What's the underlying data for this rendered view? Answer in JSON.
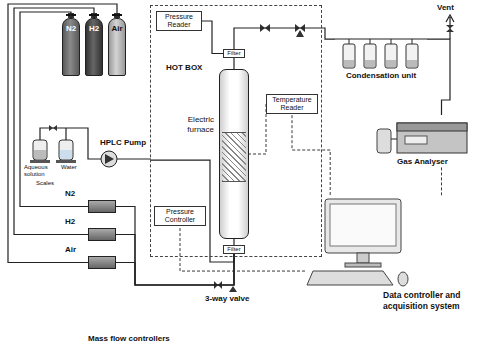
{
  "diagram": {
    "nodes": [
      {
        "text": [
          "N2"
        ]
      },
      {
        "text": [
          "H2"
        ]
      },
      {
        "text": [
          "Air"
        ]
      },
      {
        "text": [
          "HOT BOX"
        ]
      },
      {
        "text": [
          "Pressure Reader"
        ],
        "in": 3
      },
      {
        "text": [
          "Filter"
        ],
        "in": 3
      },
      {
        "text": [
          "Temperature Reader"
        ],
        "in": 3
      },
      {
        "text": [
          "Electric furnace"
        ],
        "in": 3
      },
      {
        "text": [
          "Pressure Controller"
        ],
        "in": 3
      },
      {
        "text": [
          "Filter"
        ],
        "in": 3
      },
      {
        "text": [
          "HPLC Pump"
        ]
      },
      {
        "text": [
          "N2"
        ]
      },
      {
        "text": [
          "H2"
        ]
      },
      {
        "text": [
          "Air"
        ]
      },
      {
        "text": [
          "Condensation unit"
        ]
      },
      {
        "text": [
          "Gas Analyser"
        ]
      },
      {
        "text": [
          "Data controller and acquisition system"
        ]
      }
    ],
    "edges": [
      {
        "from": 0,
        "to": 11,
        "arrow": "none"
      },
      {
        "from": 1,
        "to": 12,
        "arrow": "none"
      },
      {
        "from": 2,
        "to": 13,
        "arrow": "none"
      },
      {
        "from": 11,
        "to": 9,
        "arrow": "none"
      },
      {
        "from": 12,
        "to": 9,
        "arrow": "none"
      },
      {
        "from": 13,
        "to": 9,
        "arrow": "none"
      },
      {
        "from": 10,
        "to": 9,
        "arrow": "none"
      },
      {
        "from": 9,
        "to": 7,
        "arrow": "none"
      },
      {
        "from": 7,
        "to": 5,
        "arrow": "none"
      },
      {
        "from": 5,
        "to": 14,
        "arrow": "none"
      },
      {
        "from": 4,
        "to": 5,
        "arrow": "none"
      },
      {
        "from": 14,
        "to": 15,
        "arrow": "none"
      },
      {
        "from": 16,
        "to": 15,
        "arrow": "none"
      },
      {
        "from": 16,
        "to": 6,
        "arrow": "none"
      },
      {
        "from": 16,
        "to": 8,
        "arrow": "none"
      },
      {
        "from": 6,
        "to": 7,
        "arrow": "none"
      }
    ],
    "labels": [
      "Aqueous solution",
      "Water",
      "Scales",
      "3-way valve",
      "Vent",
      "Mass flow controllers"
    ]
  }
}
